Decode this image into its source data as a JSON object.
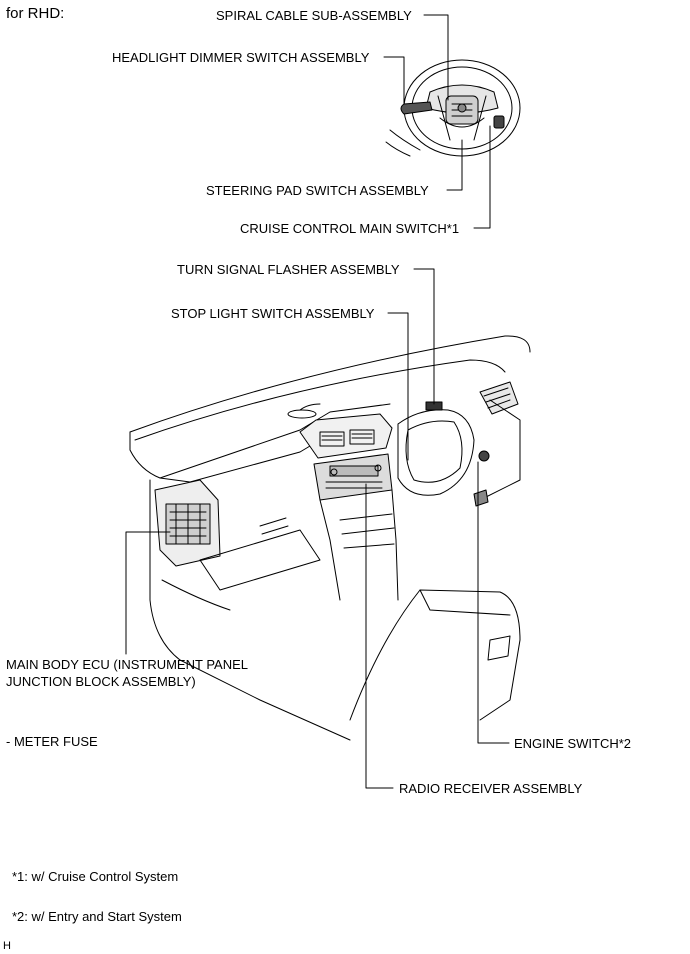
{
  "header": "for RHD:",
  "labels": {
    "spiral_cable": "SPIRAL CABLE SUB-ASSEMBLY",
    "headlight_dimmer": "HEADLIGHT DIMMER SWITCH ASSEMBLY",
    "steering_pad": "STEERING PAD SWITCH ASSEMBLY",
    "cruise_control": "CRUISE CONTROL MAIN SWITCH*1",
    "turn_signal": "TURN SIGNAL FLASHER ASSEMBLY",
    "stop_light": "STOP LIGHT SWITCH ASSEMBLY",
    "main_body_ecu_line1": "MAIN BODY ECU (INSTRUMENT PANEL",
    "main_body_ecu_line2": "JUNCTION BLOCK ASSEMBLY)",
    "meter_fuse": "- METER FUSE",
    "engine_switch": "ENGINE SWITCH*2",
    "radio_receiver": "RADIO RECEIVER ASSEMBLY"
  },
  "footnotes": {
    "note1": "*1: w/ Cruise Control System",
    "note2": "*2: w/ Entry and Start System"
  },
  "corner_mark": "H"
}
